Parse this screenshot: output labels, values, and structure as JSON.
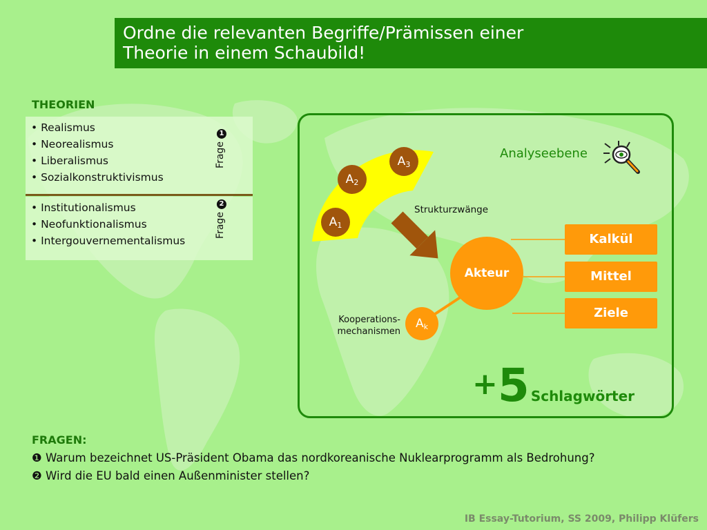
{
  "title": {
    "line1": "Ordne die relevanten Begriffe/Prämissen einer",
    "line2": "Theorie in einem Schaubild!"
  },
  "theories": {
    "heading": "THEORIEN",
    "group1": {
      "items": [
        "Realismus",
        "Neorealismus",
        "Liberalismus",
        "Sozialkonstruktivismus"
      ],
      "frage_label": "Frage",
      "frage_number": "1"
    },
    "group2": {
      "items": [
        "Institutionalismus",
        "Neofunktionalismus",
        "Intergouvernementalismus"
      ],
      "frage_label": "Frage",
      "frage_number": "2"
    }
  },
  "diagram": {
    "analyse_label": "Analyseebene",
    "analyse_icon": "magnifier-eye-icon",
    "levels": [
      {
        "letter": "A",
        "sub": "1"
      },
      {
        "letter": "A",
        "sub": "2"
      },
      {
        "letter": "A",
        "sub": "3"
      }
    ],
    "strukturzwaenge": "Strukturzwänge",
    "akteur": "Akteur",
    "ak": {
      "letter": "A",
      "sub": "k"
    },
    "koop_line1": "Kooperations-",
    "koop_line2": "mechanismen",
    "boxes": [
      "Kalkül",
      "Mittel",
      "Ziele"
    ],
    "plus": "+",
    "five": "5",
    "schlagwoerter": "Schlagwörter"
  },
  "questions": {
    "heading": "FRAGEN:",
    "items": [
      {
        "marker": "❶",
        "text": "Warum bezeichnet US-Präsident Obama das nordkoreanische Nuklearprogramm als Bedrohung?"
      },
      {
        "marker": "❷",
        "text": "Wird die EU bald einen Außenminister stellen?"
      }
    ]
  },
  "footer": "IB Essay-Tutorium, SS 2009, Philipp Klüfers",
  "colors": {
    "background": "#a8f08c",
    "title_bar": "#1e8a0a",
    "accent_green": "#1e8a0a",
    "orange": "#ff9a0a",
    "brown": "#a0550c",
    "yellow_arc": "#ffff00"
  }
}
